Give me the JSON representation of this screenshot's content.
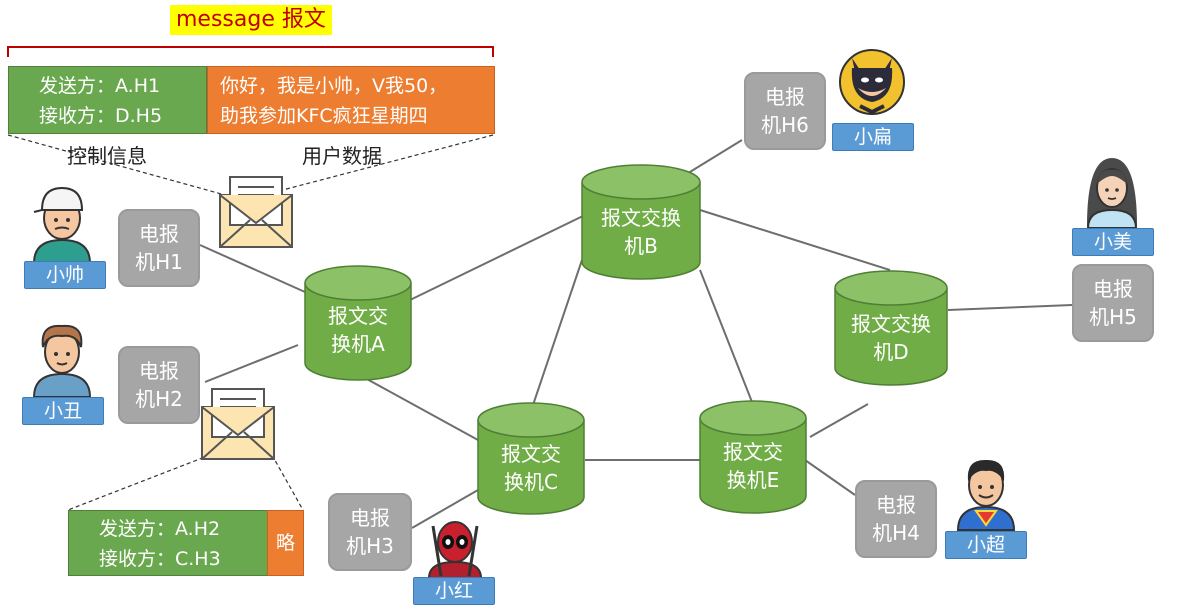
{
  "title": {
    "word": "message",
    "cn": "报文"
  },
  "top_message": {
    "sender": "发送方：A.H1",
    "receiver": "接收方：D.H5",
    "user_data_line1": "你好，我是小帅，V我50，",
    "user_data_line2": "助我参加KFC疯狂星期四",
    "control_label": "控制信息",
    "data_label": "用户数据"
  },
  "bottom_message": {
    "sender": "发送方：A.H2",
    "receiver": "接收方：C.H3",
    "omitted": "略"
  },
  "switches": {
    "A": {
      "line1": "报文交",
      "line2": "换机A"
    },
    "B": {
      "line1": "报文交换",
      "line2": "机B"
    },
    "C": {
      "line1": "报文交",
      "line2": "换机C"
    },
    "D": {
      "line1": "报文交换",
      "line2": "机D"
    },
    "E": {
      "line1": "报文交",
      "line2": "换机E"
    }
  },
  "hosts": {
    "H1": {
      "line1": "电报",
      "line2": "机H1"
    },
    "H2": {
      "line1": "电报",
      "line2": "机H2"
    },
    "H3": {
      "line1": "电报",
      "line2": "机H3"
    },
    "H4": {
      "line1": "电报",
      "line2": "机H4"
    },
    "H5": {
      "line1": "电报",
      "line2": "机H5"
    },
    "H6": {
      "line1": "电报",
      "line2": "机H6"
    }
  },
  "people": {
    "H1": "小帅",
    "H2": "小丑",
    "H3": "小红",
    "H4": "小超",
    "H5": "小美",
    "H6": "小扁"
  },
  "colors": {
    "switch_fill": "#70ad47",
    "switch_top": "#8cc168",
    "host_fill": "#a6a6a6",
    "name_fill": "#5b9bd5",
    "title_highlight": "#ffff00",
    "title_text": "#c00000",
    "bracket": "#c00000",
    "control_fill": "#6aa84f",
    "data_fill": "#ed7d31",
    "envelope_fill": "#fce5b0"
  },
  "icons": [
    "envelope-icon",
    "person-avatar-icon",
    "batman-icon",
    "superman-icon",
    "deadpool-icon"
  ]
}
